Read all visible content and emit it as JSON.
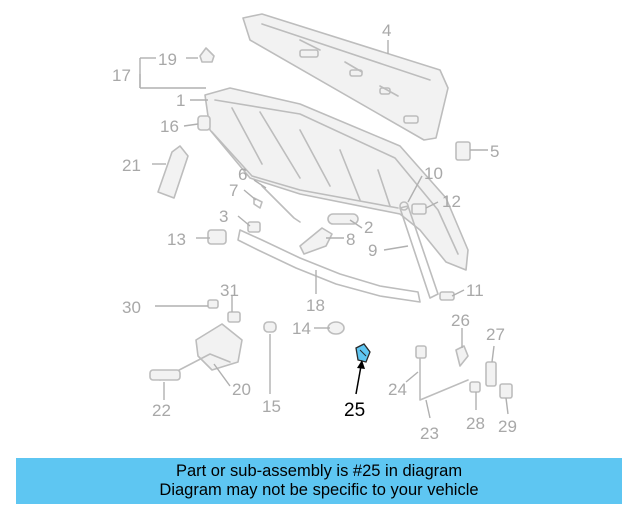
{
  "diagram": {
    "highlight_color": "#5ec6f2",
    "callouts": {
      "c1": "1",
      "c2": "2",
      "c3": "3",
      "c4": "4",
      "c5": "5",
      "c6": "6",
      "c7": "7",
      "c8": "8",
      "c9": "9",
      "c10": "10",
      "c11": "11",
      "c12": "12",
      "c13": "13",
      "c14": "14",
      "c15": "15",
      "c16": "16",
      "c17": "17",
      "c18": "18",
      "c19": "19",
      "c20": "20",
      "c21": "21",
      "c22": "22",
      "c23": "23",
      "c24": "24",
      "c25": "25",
      "c26": "26",
      "c27": "27",
      "c28": "28",
      "c29": "29",
      "c30": "30",
      "c31": "31"
    }
  },
  "banner": {
    "line1": "Part or sub-assembly is #25 in diagram",
    "line2": "Diagram may not be specific to your vehicle"
  }
}
